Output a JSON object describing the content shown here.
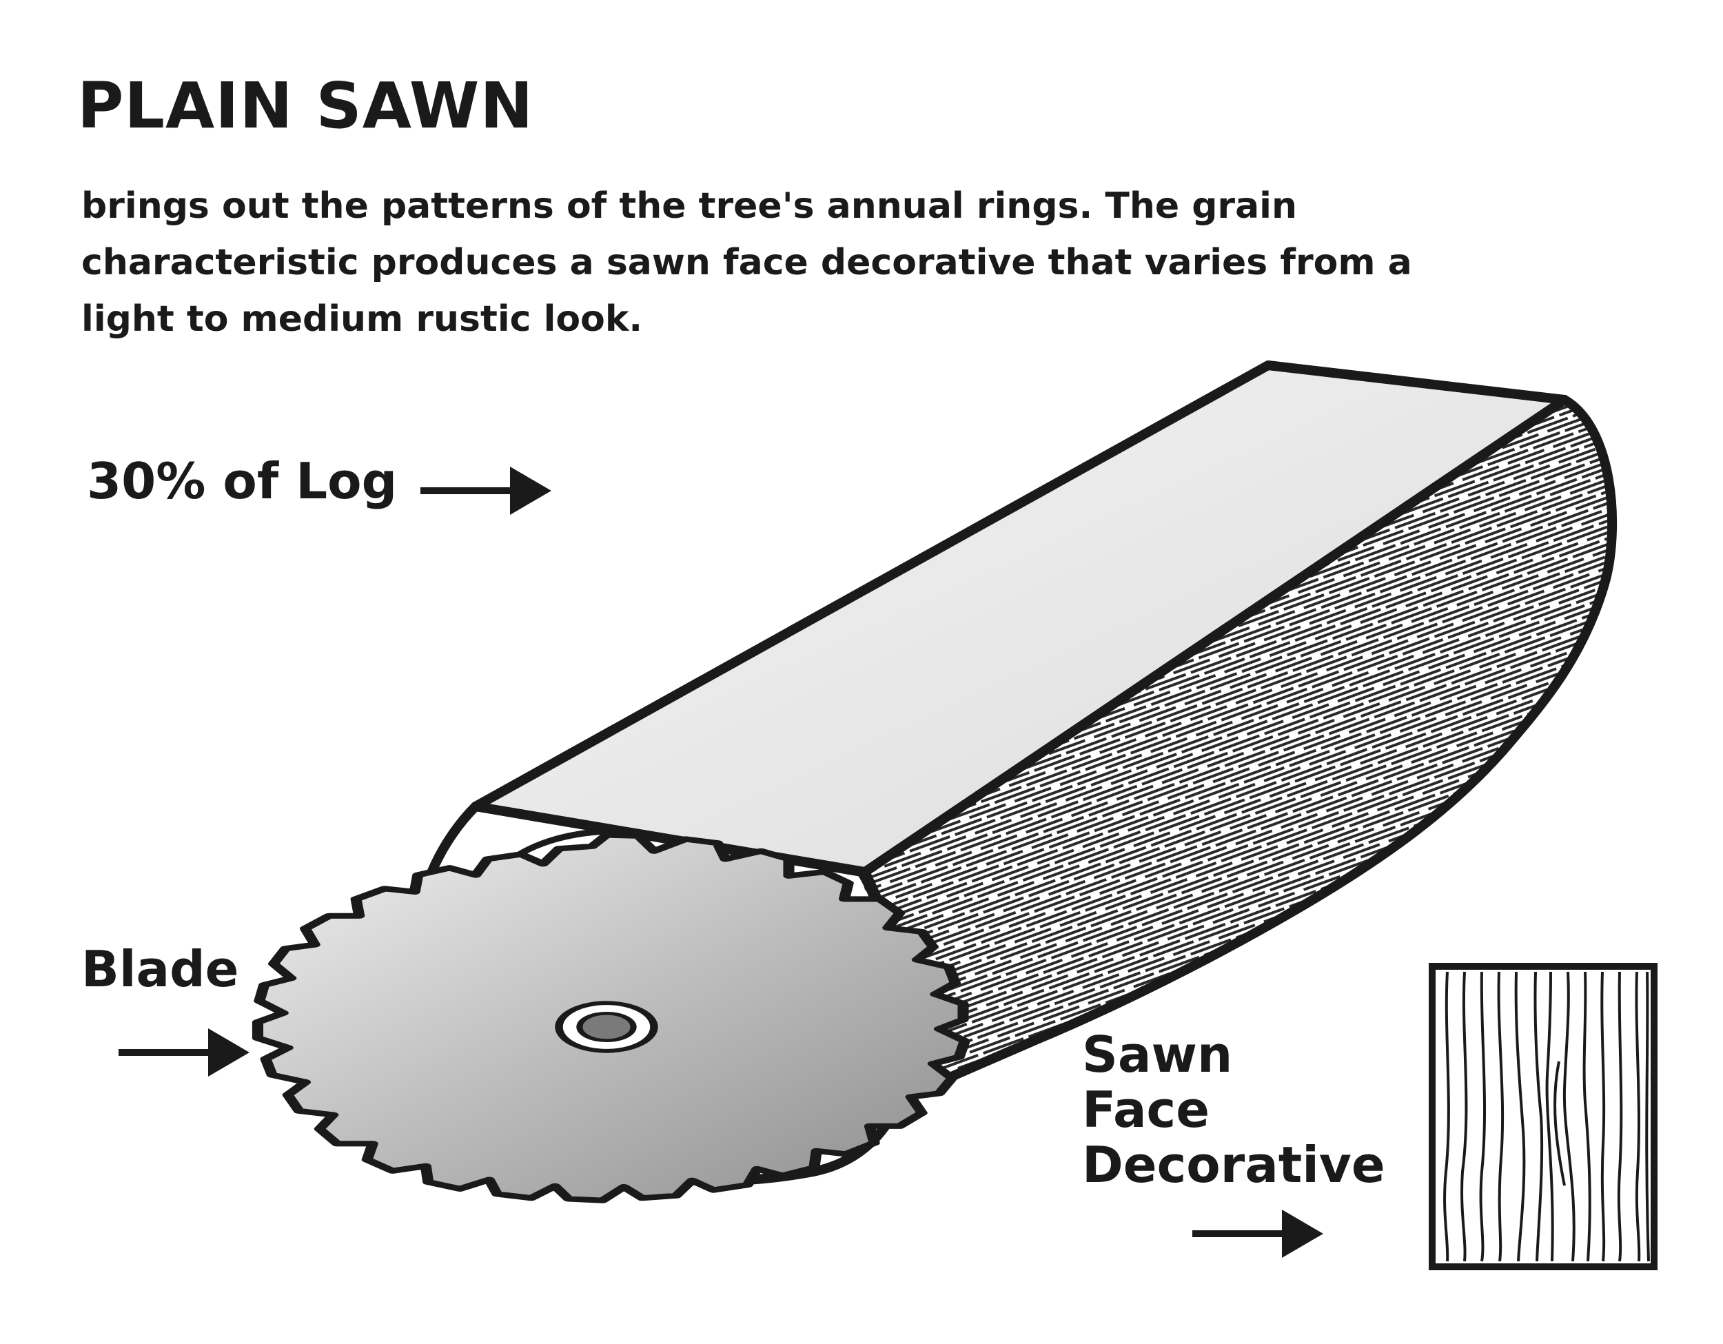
{
  "title": "PLAIN SAWN",
  "description": "brings out the patterns of the tree's annual rings. The grain characteristic produces a sawn face decorative that varies from a light to medium rustic look.",
  "labels": {
    "log_percent": "30% of Log",
    "blade": "Blade",
    "face_line1": "Sawn",
    "face_line2": "Face",
    "face_line3": "Decorative"
  },
  "icons": [
    "arrow-right-icon",
    "saw-blade-icon",
    "log-illustration",
    "wood-grain-swatch"
  ],
  "colors": {
    "ink": "#1a1a1a",
    "cut_face": "#e6e6e6",
    "blade_light": "#f2f2f2",
    "blade_dark": "#8c8c8c"
  }
}
